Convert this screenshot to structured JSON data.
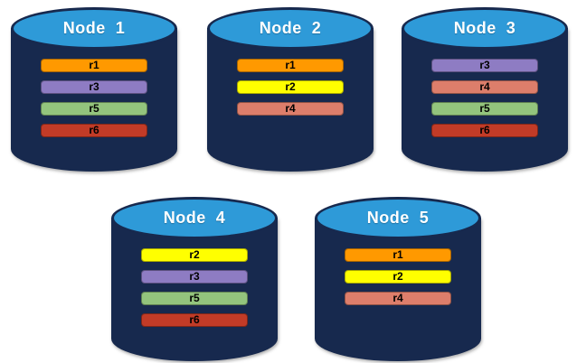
{
  "colors": {
    "background": "#FFFFFF",
    "cylinder_body": "#17294E",
    "cylinder_top": "#2E9AD8",
    "replica": {
      "r1": "#FF9900",
      "r2": "#FFFF00",
      "r3": "#8E7CC3",
      "r4": "#DD7E6B",
      "r5": "#93C47D",
      "r6": "#C23B27"
    }
  },
  "nodes": [
    {
      "label": "Node  1",
      "replicas": [
        {
          "label": "r1",
          "color": "#FF9900"
        },
        {
          "label": "r3",
          "color": "#8E7CC3"
        },
        {
          "label": "r5",
          "color": "#93C47D"
        },
        {
          "label": "r6",
          "color": "#C23B27"
        }
      ]
    },
    {
      "label": "Node  2",
      "replicas": [
        {
          "label": "r1",
          "color": "#FF9900"
        },
        {
          "label": "r2",
          "color": "#FFFF00"
        },
        {
          "label": "r4",
          "color": "#DD7E6B"
        }
      ]
    },
    {
      "label": "Node  3",
      "replicas": [
        {
          "label": "r3",
          "color": "#8E7CC3"
        },
        {
          "label": "r4",
          "color": "#DD7E6B"
        },
        {
          "label": "r5",
          "color": "#93C47D"
        },
        {
          "label": "r6",
          "color": "#C23B27"
        }
      ]
    },
    {
      "label": "Node  4",
      "replicas": [
        {
          "label": "r2",
          "color": "#FFFF00"
        },
        {
          "label": "r3",
          "color": "#8E7CC3"
        },
        {
          "label": "r5",
          "color": "#93C47D"
        },
        {
          "label": "r6",
          "color": "#C23B27"
        }
      ]
    },
    {
      "label": "Node  5",
      "replicas": [
        {
          "label": "r1",
          "color": "#FF9900"
        },
        {
          "label": "r2",
          "color": "#FFFF00"
        },
        {
          "label": "r4",
          "color": "#DD7E6B"
        }
      ]
    }
  ]
}
